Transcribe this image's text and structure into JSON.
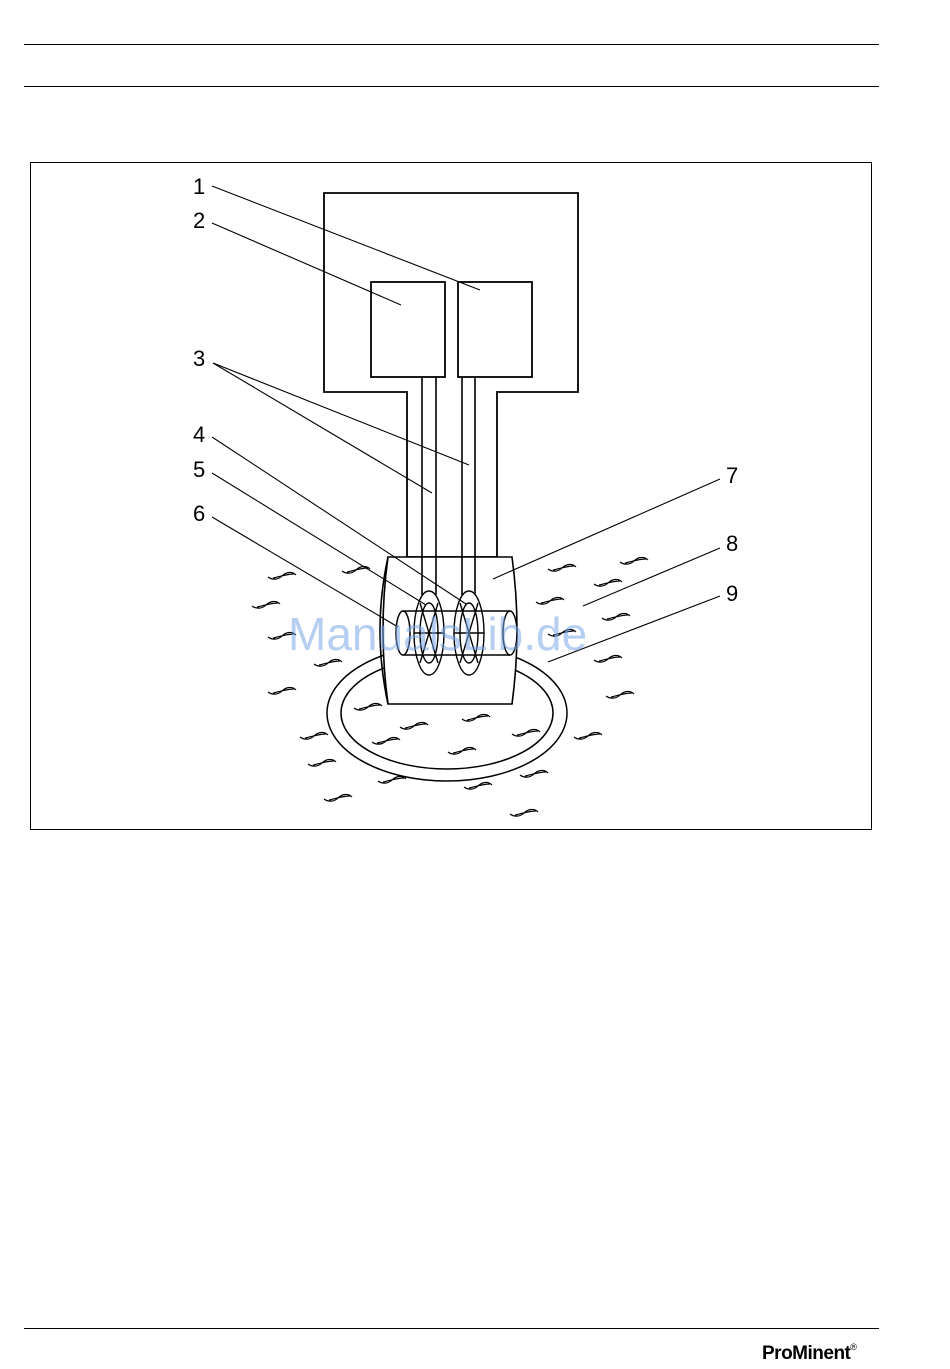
{
  "figure": {
    "callouts": [
      "1",
      "2",
      "3",
      "4",
      "5",
      "6",
      "7",
      "8",
      "9"
    ],
    "watermark": "ManualsLib.de"
  },
  "footer": {
    "brand": "ProMinent",
    "registered_mark": "®"
  }
}
